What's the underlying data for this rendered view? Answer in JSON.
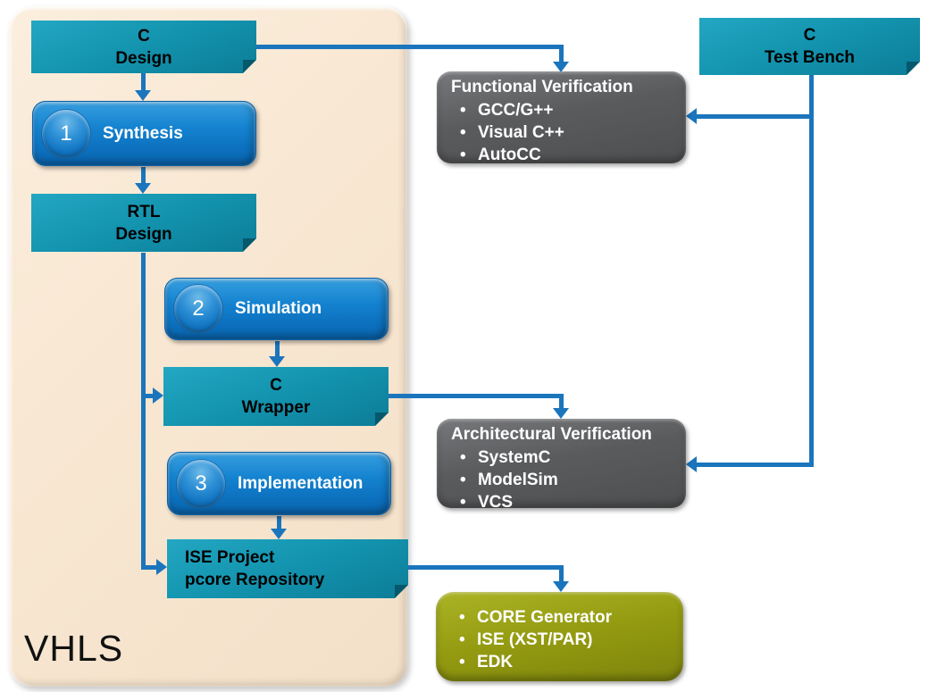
{
  "diagram": {
    "panel_label": "VHLS",
    "bullet_char": "•",
    "nodes": {
      "c_design": {
        "line1": "C",
        "line2": "Design"
      },
      "synthesis": {
        "number": "1",
        "label": "Synthesis"
      },
      "rtl_design": {
        "line1": "RTL",
        "line2": "Design"
      },
      "simulation": {
        "number": "2",
        "label": "Simulation"
      },
      "c_wrapper": {
        "line1": "C",
        "line2": "Wrapper"
      },
      "implementation": {
        "number": "3",
        "label": "Implementation"
      },
      "ise_project": {
        "line1": "ISE Project",
        "line2": "pcore Repository"
      },
      "c_test_bench": {
        "line1": "C",
        "line2": "Test Bench"
      },
      "functional_verification": {
        "title": "Functional Verification",
        "items": [
          "GCC/G++",
          "Visual C++",
          "AutoCC"
        ]
      },
      "architectural_verification": {
        "title": "Architectural Verification",
        "items": [
          "SystemC",
          "ModelSim",
          "VCS"
        ]
      },
      "implementation_tools": {
        "items": [
          "CORE Generator",
          "ISE (XST/PAR)",
          "EDK"
        ]
      }
    },
    "colors": {
      "teal_box": "#1495b0",
      "blue_step": "#0c70be",
      "gray_box": "#58595b",
      "olive_box": "#939a10",
      "arrow": "#1b75bc",
      "panel": "#f8e7d2"
    }
  }
}
